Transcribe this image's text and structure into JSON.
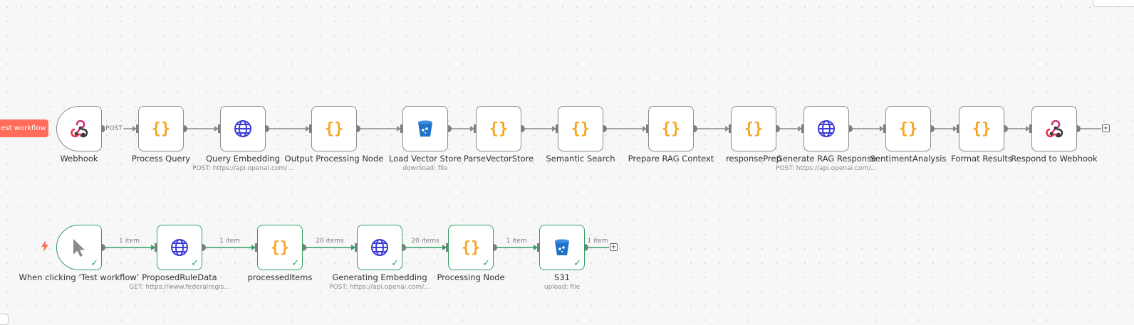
{
  "toolbar": {
    "test_workflow_label": "est workflow"
  },
  "upper_flow": {
    "nodes": [
      {
        "label": "Webhook",
        "subtitle": "",
        "icon": "webhook-icon"
      },
      {
        "label": "Process Query",
        "subtitle": "",
        "icon": "code-icon"
      },
      {
        "label": "Query Embedding",
        "subtitle": "POST: https://api.openai.com/...",
        "icon": "globe-icon"
      },
      {
        "label": "Output Processing Node",
        "subtitle": "",
        "icon": "code-icon"
      },
      {
        "label": "Load Vector Store",
        "subtitle": "download: file",
        "icon": "bucket-icon"
      },
      {
        "label": "ParseVectorStore",
        "subtitle": "",
        "icon": "code-icon"
      },
      {
        "label": "Semantic Search",
        "subtitle": "",
        "icon": "code-icon"
      },
      {
        "label": "Prepare RAG Context",
        "subtitle": "",
        "icon": "code-icon"
      },
      {
        "label": "responsePrep",
        "subtitle": "",
        "icon": "code-icon"
      },
      {
        "label": "Generate RAG Response",
        "subtitle": "POST: https://api.openai.com/...",
        "icon": "globe-icon"
      },
      {
        "label": "SentimentAnalysis",
        "subtitle": "",
        "icon": "code-icon"
      },
      {
        "label": "Format Results",
        "subtitle": "",
        "icon": "code-icon"
      },
      {
        "label": "Respond to Webhook",
        "subtitle": "",
        "icon": "webhook-icon"
      }
    ],
    "edge_labels": [
      "POST"
    ]
  },
  "lower_flow": {
    "nodes": [
      {
        "label": "When clicking ‘Test workflow’",
        "subtitle": "",
        "icon": "cursor-icon",
        "status": "success"
      },
      {
        "label": "ProposedRuleData",
        "subtitle": "GET: https://www.federalregis...",
        "icon": "globe-icon",
        "status": "success"
      },
      {
        "label": "processedItems",
        "subtitle": "",
        "icon": "code-icon",
        "status": "success"
      },
      {
        "label": "Generating Embedding",
        "subtitle": "POST: https://api.openai.com/...",
        "icon": "globe-icon",
        "status": "success"
      },
      {
        "label": "Processing Node",
        "subtitle": "",
        "icon": "code-icon",
        "status": "success"
      },
      {
        "label": "S31",
        "subtitle": "upload: file",
        "icon": "bucket-icon",
        "status": "success"
      }
    ],
    "edge_labels": [
      "1 item",
      "1 item",
      "20 items",
      "20 items",
      "1 item",
      "1 item"
    ]
  },
  "colors": {
    "accent": "#ff6d5a",
    "success": "#2f9e63",
    "code": "#f5a623",
    "globe": "#3b3bd6",
    "bucket": "#1f72c9",
    "webhook_red": "#e8344e"
  }
}
